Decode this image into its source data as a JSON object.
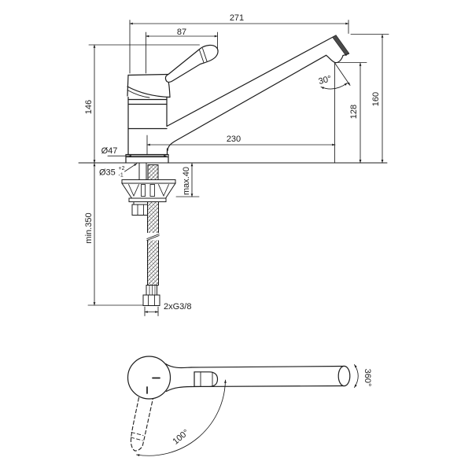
{
  "dimensions": {
    "overall_width": "271",
    "handle_projection": "87",
    "height_to_handle": "146",
    "base_diameter": "Ø47",
    "hole_diameter": "Ø35",
    "hole_tolerance_plus": "+2",
    "hole_tolerance_minus": "-1",
    "deck_max_thickness": "max.40",
    "hose_min_length": "min.350",
    "spout_projection": "230",
    "spout_outlet_height": "128",
    "spout_end_height": "160",
    "outlet_angle": "30°",
    "hose_thread": "2xG3/8",
    "handle_swivel_angle": "100°",
    "spout_rotation_angle": "360°"
  }
}
